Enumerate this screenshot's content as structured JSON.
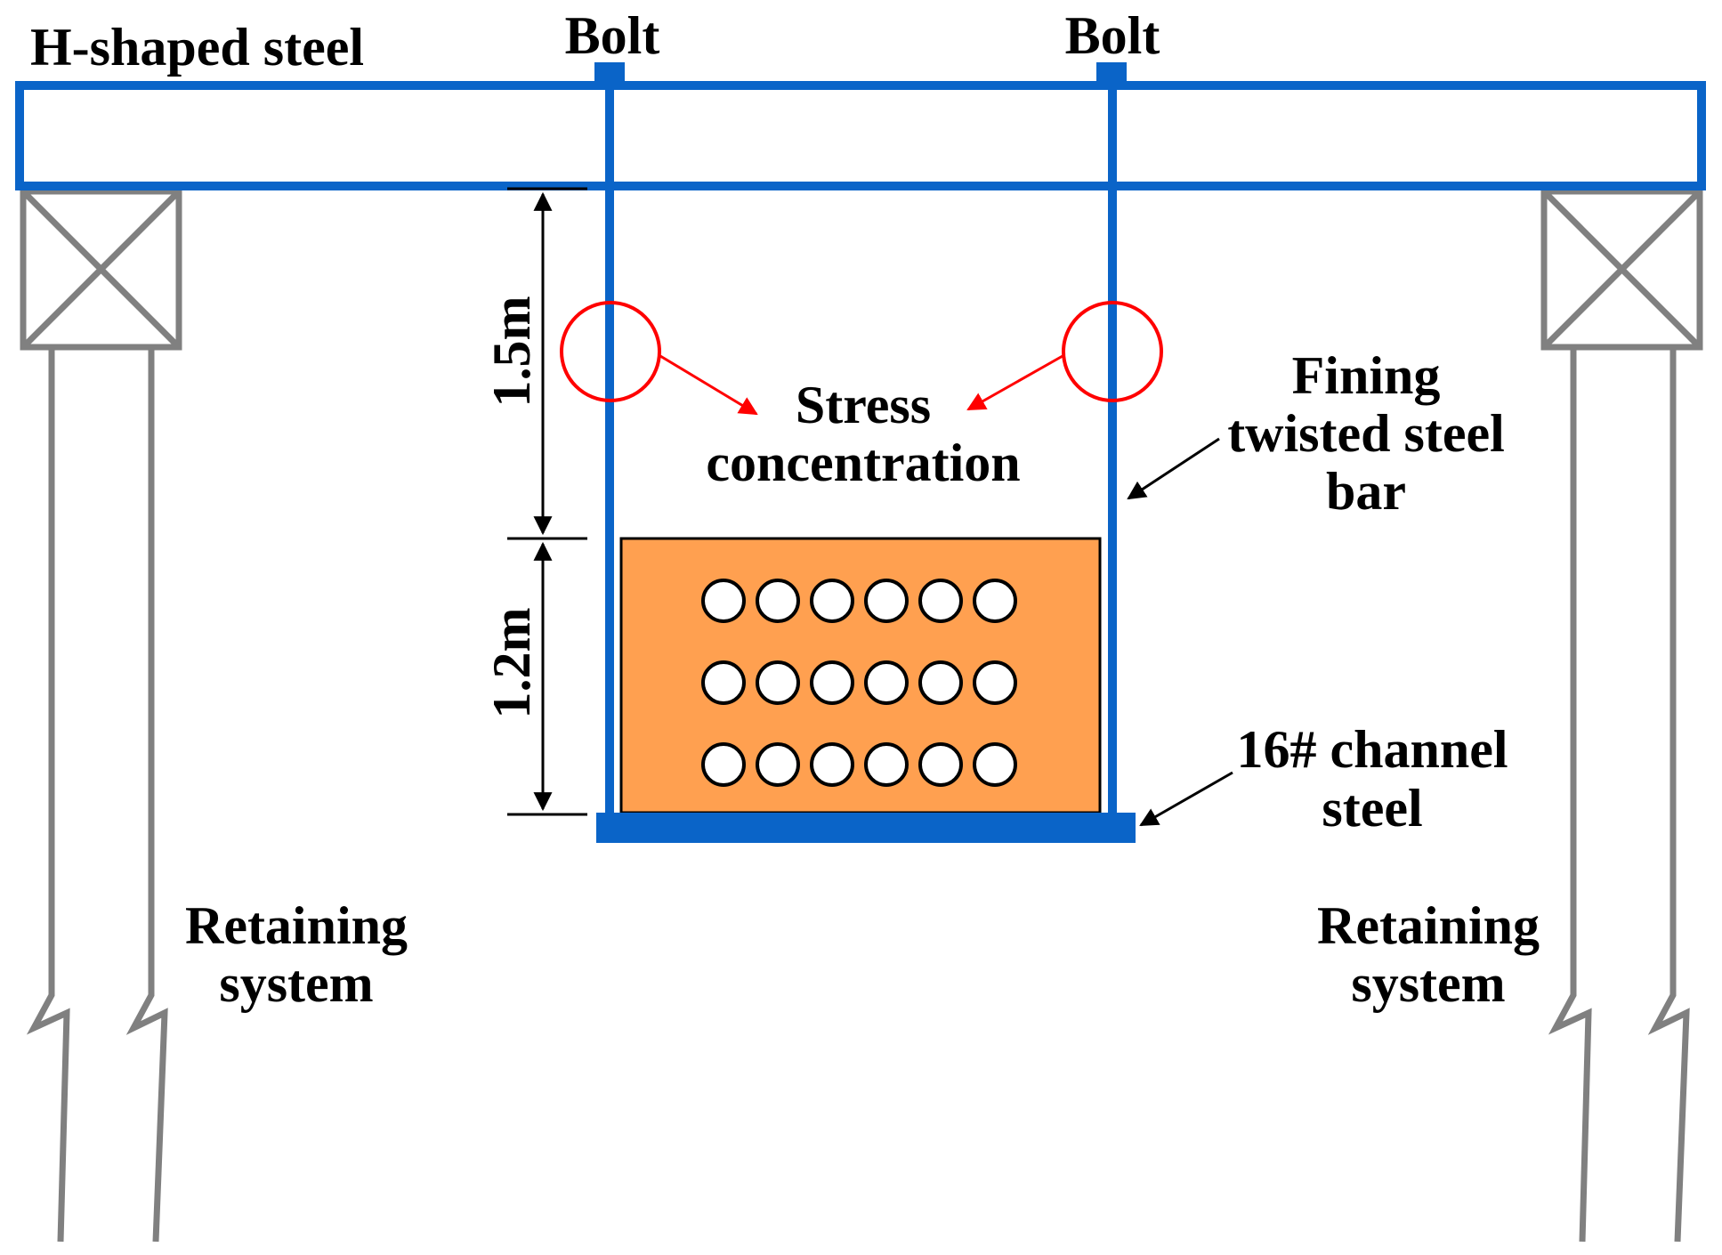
{
  "labels": {
    "h_steel": "H-shaped steel",
    "bolt_left": "Bolt",
    "bolt_right": "Bolt",
    "stress_line1": "Stress",
    "stress_line2": "concentration",
    "bar_line1": "Fining",
    "bar_line2": "twisted steel",
    "bar_line3": "bar",
    "channel_line1": "16# channel",
    "channel_line2": "steel",
    "retain_left_line1": "Retaining",
    "retain_left_line2": "system",
    "retain_right_line1": "Retaining",
    "retain_right_line2": "system",
    "dim_upper": "1.5m",
    "dim_lower": "1.2m"
  },
  "pipes": {
    "rows": 3,
    "columns": 6
  },
  "colors": {
    "steel_blue": "#0A64C8",
    "support_gray": "#808080",
    "block_orange": "#FFA050",
    "stress_red": "#FF0000",
    "ink": "#000000"
  }
}
